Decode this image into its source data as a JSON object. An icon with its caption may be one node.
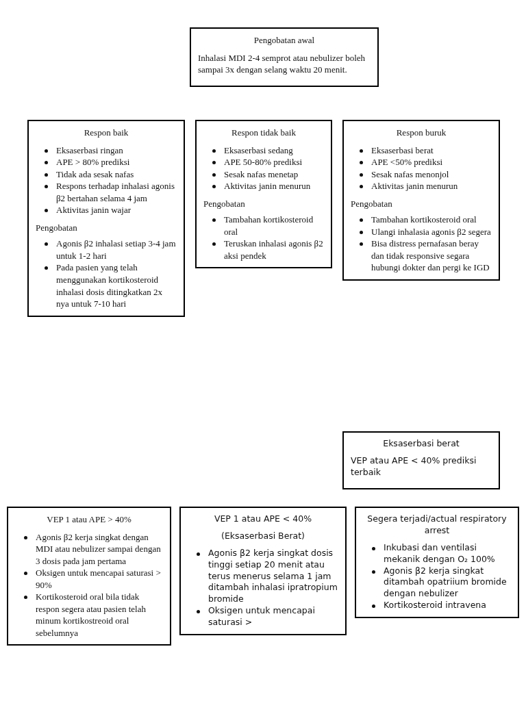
{
  "diagram": {
    "nodes": [
      {
        "text": [
          "Pengobatan awal",
          "Inhalasi MDI 2-4 semprot atau nebulizer boleh sampai 3x dengan selang waktu 20 menit."
        ]
      },
      {
        "text": [
          "Respon baik",
          "Eksaserbasi ringan",
          "APE > 80% prediksi",
          "Tidak ada sesak nafas",
          "Respons terhadap inhalasi agonis β2 bertahan selama 4 jam",
          "Aktivitas janin wajar",
          "Pengobatan",
          "Agonis β2 inhalasi setiap 3-4 jam untuk 1-2 hari",
          "Pada pasien yang telah menggunakan kortikosteroid inhalasi dosis ditingkatkan 2x nya untuk 7-10 hari"
        ]
      },
      {
        "text": [
          "Respon tidak baik",
          "Eksaserbasi sedang",
          "APE 50-80% prediksi",
          "Sesak nafas menetap",
          "Aktivitas janin menurun",
          "Pengobatan",
          "Tambahan kortikosteroid oral",
          "Teruskan inhalasi agonis β2 aksi pendek"
        ]
      },
      {
        "text": [
          "Respon buruk",
          "Eksaserbasi berat",
          "APE <50% prediksi",
          "Sesak nafas menonjol",
          "Aktivitas janin menurun",
          "Pengobatan",
          "Tambahan kortikosteroid oral",
          "Ulangi inhalasia agonis β2 segera",
          "Bisa distress pernafasan beray dan tidak responsive segara hubungi dokter dan pergi ke IGD"
        ]
      },
      {
        "text": [
          "Eksaserbasi berat",
          "VEP atau APE < 40% prediksi terbaik"
        ]
      },
      {
        "text": [
          "VEP 1 atau APE > 40%",
          "Agonis β2 kerja singkat dengan MDI atau nebulizer sampai dengan 3 dosis pada jam pertama",
          "Oksigen untuk mencapai saturasi > 90%",
          "Kortikosteroid oral bila tidak respon segera atau pasien telah minum kortikostreoid oral sebelumnya"
        ]
      },
      {
        "text": [
          "VEP 1 atau APE < 40%",
          "(Eksaserbasi Berat)",
          "Agonis β2 kerja singkat dosis tinggi setiap 20 menit atau terus menerus selama 1 jam ditambah inhalasi ipratropium bromide",
          "Oksigen untuk mencapai saturasi >"
        ]
      },
      {
        "text": [
          "Segera terjadi/actual respiratory arrest",
          "Inkubasi dan ventilasi mekanik dengan O₂ 100%",
          "Agonis β2 kerja singkat ditambah opatriium bromide dengan nebulizer",
          "Kortikosteroid intravena"
        ]
      }
    ],
    "edges": []
  }
}
